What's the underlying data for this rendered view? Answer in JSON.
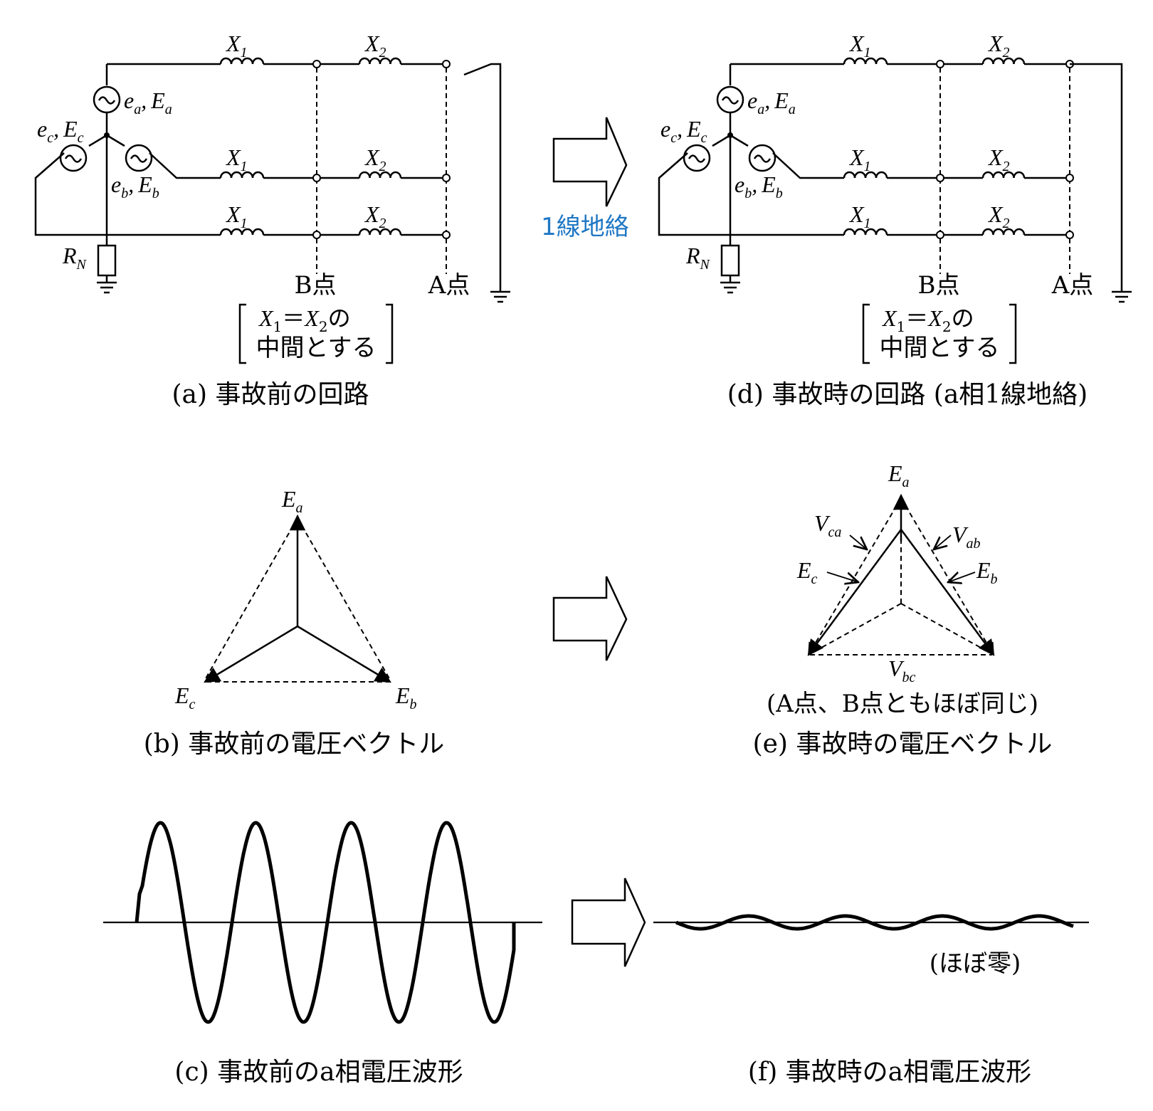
{
  "circuit": {
    "x1_symbol": "X",
    "x1_sub": "1",
    "x2_symbol": "X",
    "x2_sub": "2",
    "ea_label": {
      "lower": "e",
      "lower_sub": "a",
      "sep": ",",
      "upper": "E",
      "upper_sub": "a"
    },
    "eb_label": {
      "lower": "e",
      "lower_sub": "b",
      "sep": ",",
      "upper": "E",
      "upper_sub": "b"
    },
    "ec_label": {
      "lower": "e",
      "lower_sub": "c",
      "sep": ",",
      "upper": "E",
      "upper_sub": "c"
    },
    "rn_label": {
      "symbol": "R",
      "sub": "N"
    },
    "point_b": "B点",
    "point_a": "A点",
    "bracket_line1_mid": "＝",
    "bracket_line1_tail": "の",
    "bracket_line2": "中間とする"
  },
  "transition_label": "1線地絡",
  "captions": {
    "a": "(a) 事故前の回路",
    "b": "(b) 事故前の電圧ベクトル",
    "c": "(c) 事故前のa相電圧波形",
    "d": "(d) 事故時の回路 (a相1線地絡)",
    "e": "(e) 事故時の電圧ベクトル",
    "f": "(f) 事故時のa相電圧波形"
  },
  "vectors_before": {
    "ea": {
      "symbol": "E",
      "sub": "a"
    },
    "eb": {
      "symbol": "E",
      "sub": "b"
    },
    "ec": {
      "symbol": "E",
      "sub": "c"
    }
  },
  "vectors_after": {
    "ea": {
      "symbol": "E",
      "sub": "a"
    },
    "eb": {
      "symbol": "E",
      "sub": "b"
    },
    "ec": {
      "symbol": "E",
      "sub": "c"
    },
    "vab": {
      "symbol": "V",
      "sub": "ab"
    },
    "vbc": {
      "symbol": "V",
      "sub": "bc"
    },
    "vca": {
      "symbol": "V",
      "sub": "ca"
    },
    "note": "(A点、B点ともほぼ同じ)"
  },
  "waveform_after_note": "(ほぼ零)"
}
